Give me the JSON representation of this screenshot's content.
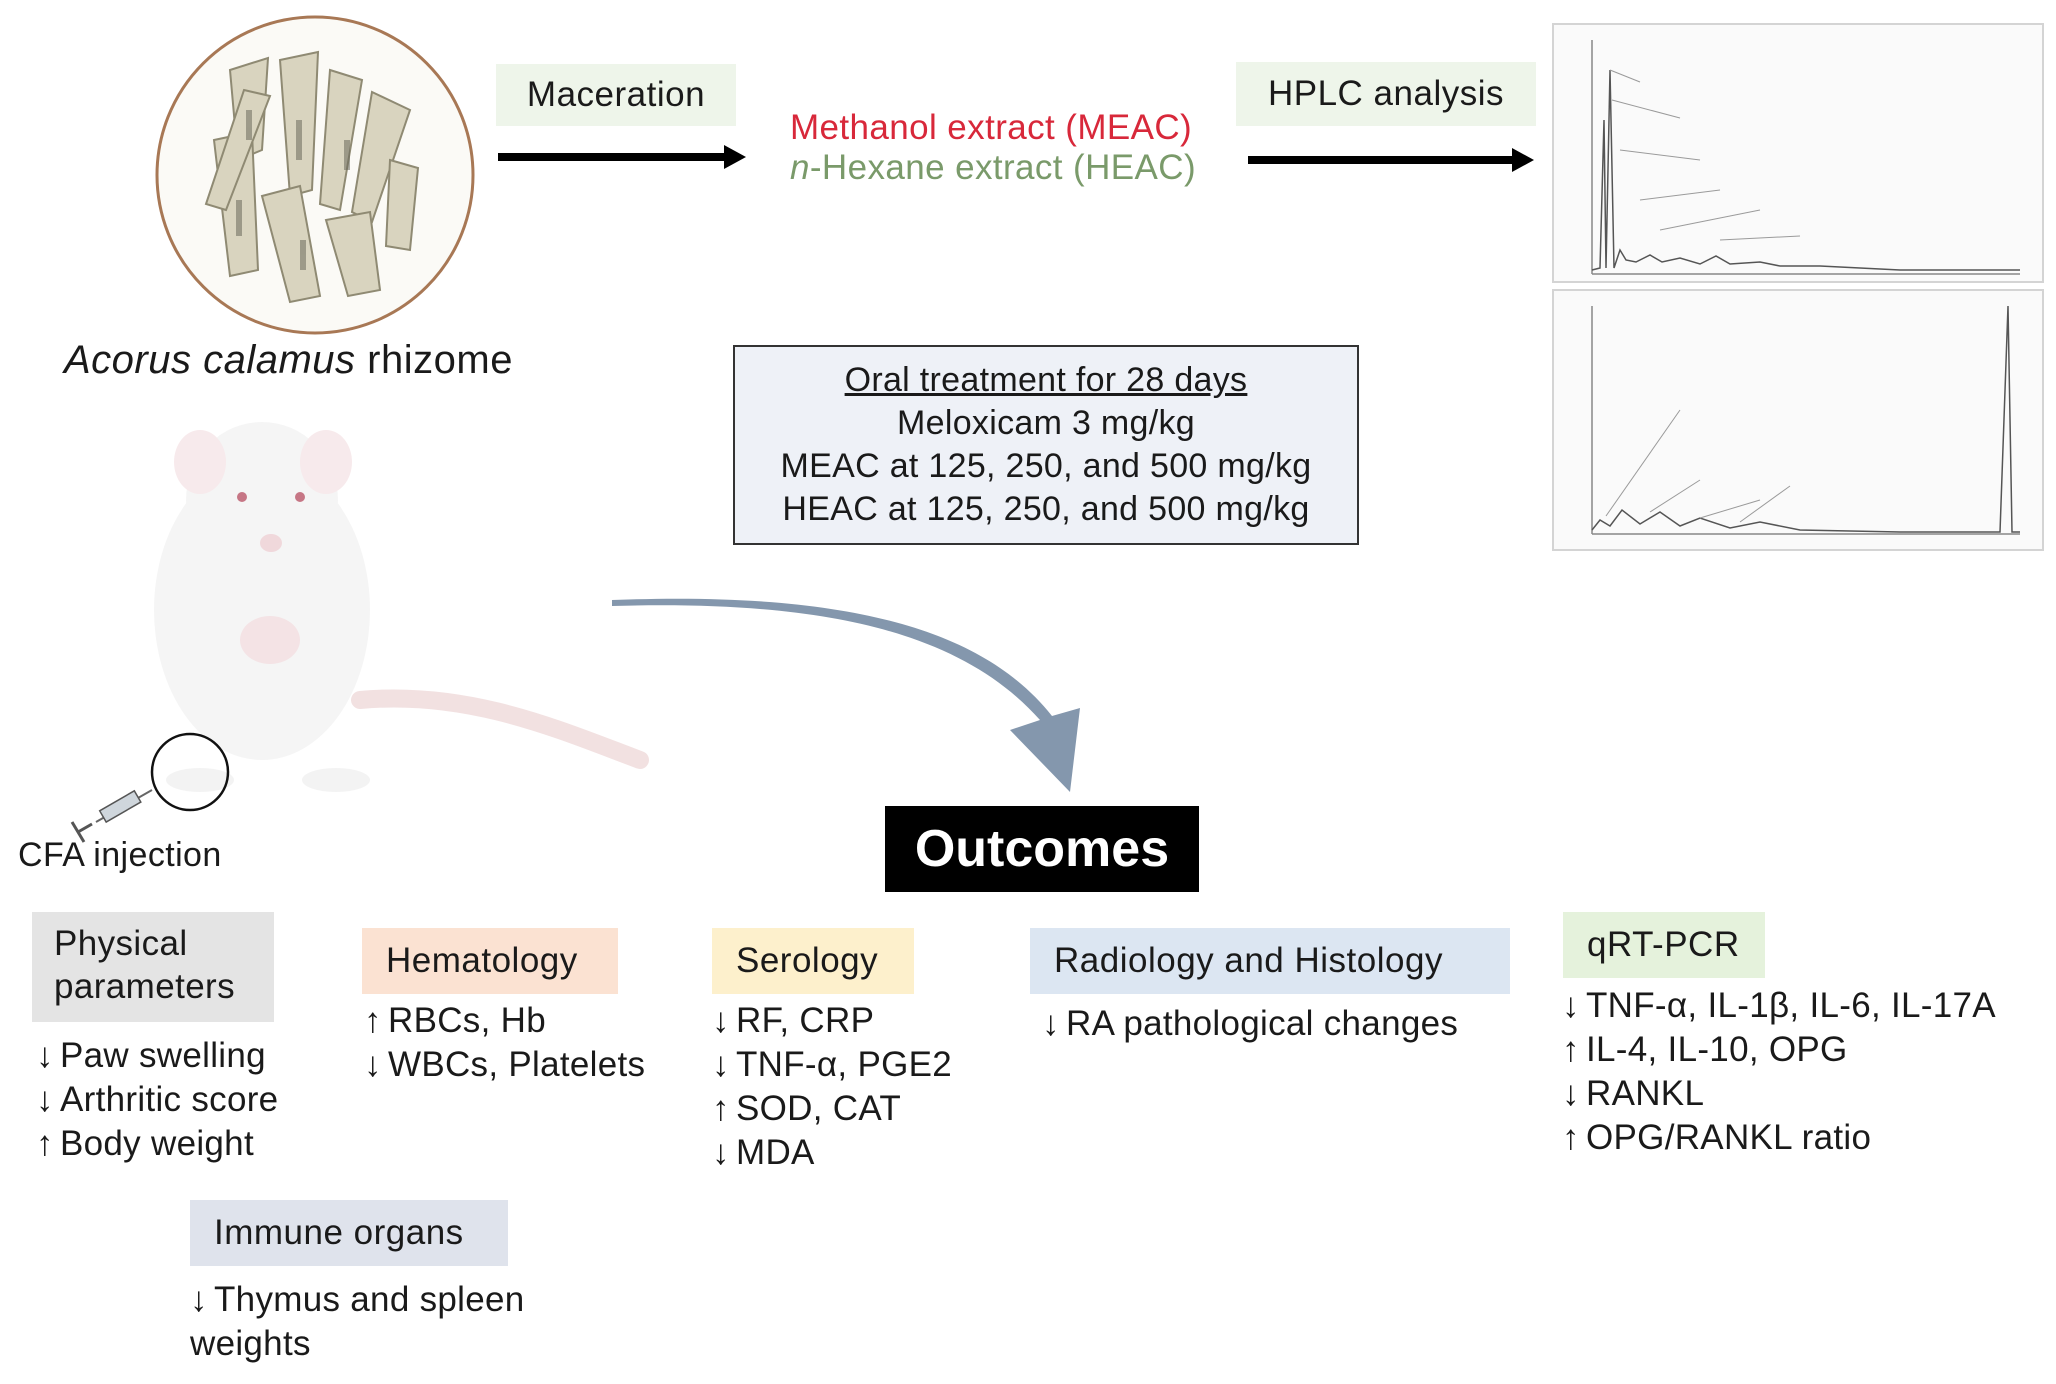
{
  "source": {
    "caption_italic": "Acorus calamus",
    "caption_rest": " rhizome"
  },
  "step_maceration": "Maceration",
  "extracts": {
    "methanol": "Methanol extract (MEAC)",
    "hexane_prefix": "n",
    "hexane_rest": "-Hexane extract (HEAC)"
  },
  "step_hplc": "HPLC analysis",
  "treatment": {
    "title": "Oral treatment for 28 days",
    "lines": [
      "Meloxicam 3 mg/kg",
      "MEAC at 125, 250, and 500 mg/kg",
      "HEAC at 125, 250, and 500 mg/kg"
    ]
  },
  "injection_label": "CFA injection",
  "outcomes_title": "Outcomes",
  "physical": {
    "title_line1": "Physical",
    "title_line2": "parameters",
    "items": [
      {
        "arrow": "↓",
        "text": "Paw swelling"
      },
      {
        "arrow": "↓",
        "text": "Arthritic score"
      },
      {
        "arrow": "↑",
        "text": "Body weight"
      }
    ]
  },
  "immune": {
    "title": "Immune organs",
    "items": [
      {
        "arrow": "↓",
        "text": "Thymus and spleen"
      }
    ],
    "continuation": "weights"
  },
  "hematology": {
    "title": "Hematology",
    "items": [
      {
        "arrow": "↑",
        "text": "RBCs, Hb"
      },
      {
        "arrow": "↓",
        "text": "WBCs, Platelets"
      }
    ]
  },
  "serology": {
    "title": "Serology",
    "items": [
      {
        "arrow": "↓",
        "text": "RF, CRP"
      },
      {
        "arrow": "↓",
        "text": "TNF-α, PGE2"
      },
      {
        "arrow": "↑",
        "text": "SOD, CAT"
      },
      {
        "arrow": "↓",
        "text": "MDA"
      }
    ]
  },
  "radiology": {
    "title": "Radiology and Histology",
    "items": [
      {
        "arrow": "↓",
        "text": "RA pathological changes"
      }
    ]
  },
  "qrtpcr": {
    "title": "qRT-PCR",
    "items": [
      {
        "arrow": "↓",
        "text": "TNF-α, IL-1β, IL-6, IL-17A"
      },
      {
        "arrow": "↑",
        "text": "IL-4, IL-10, OPG"
      },
      {
        "arrow": "↓",
        "text": "RANKL"
      },
      {
        "arrow": "↑",
        "text": "OPG/RANKL ratio"
      }
    ]
  },
  "colors": {
    "methanol": "#d8283a",
    "hexane": "#7a9a6a",
    "physical_bg": "#e4e4e4",
    "immune_bg": "#dfe3ec",
    "hematology_bg": "#fbe2d2",
    "serology_bg": "#fdf0cc",
    "radiology_bg": "#dce6f2",
    "qrtpcr_bg": "#e5f2dc",
    "step_bg": "#eef5ea",
    "treatment_bg": "#eef1f7",
    "curved_arrow": "#8497ad"
  }
}
